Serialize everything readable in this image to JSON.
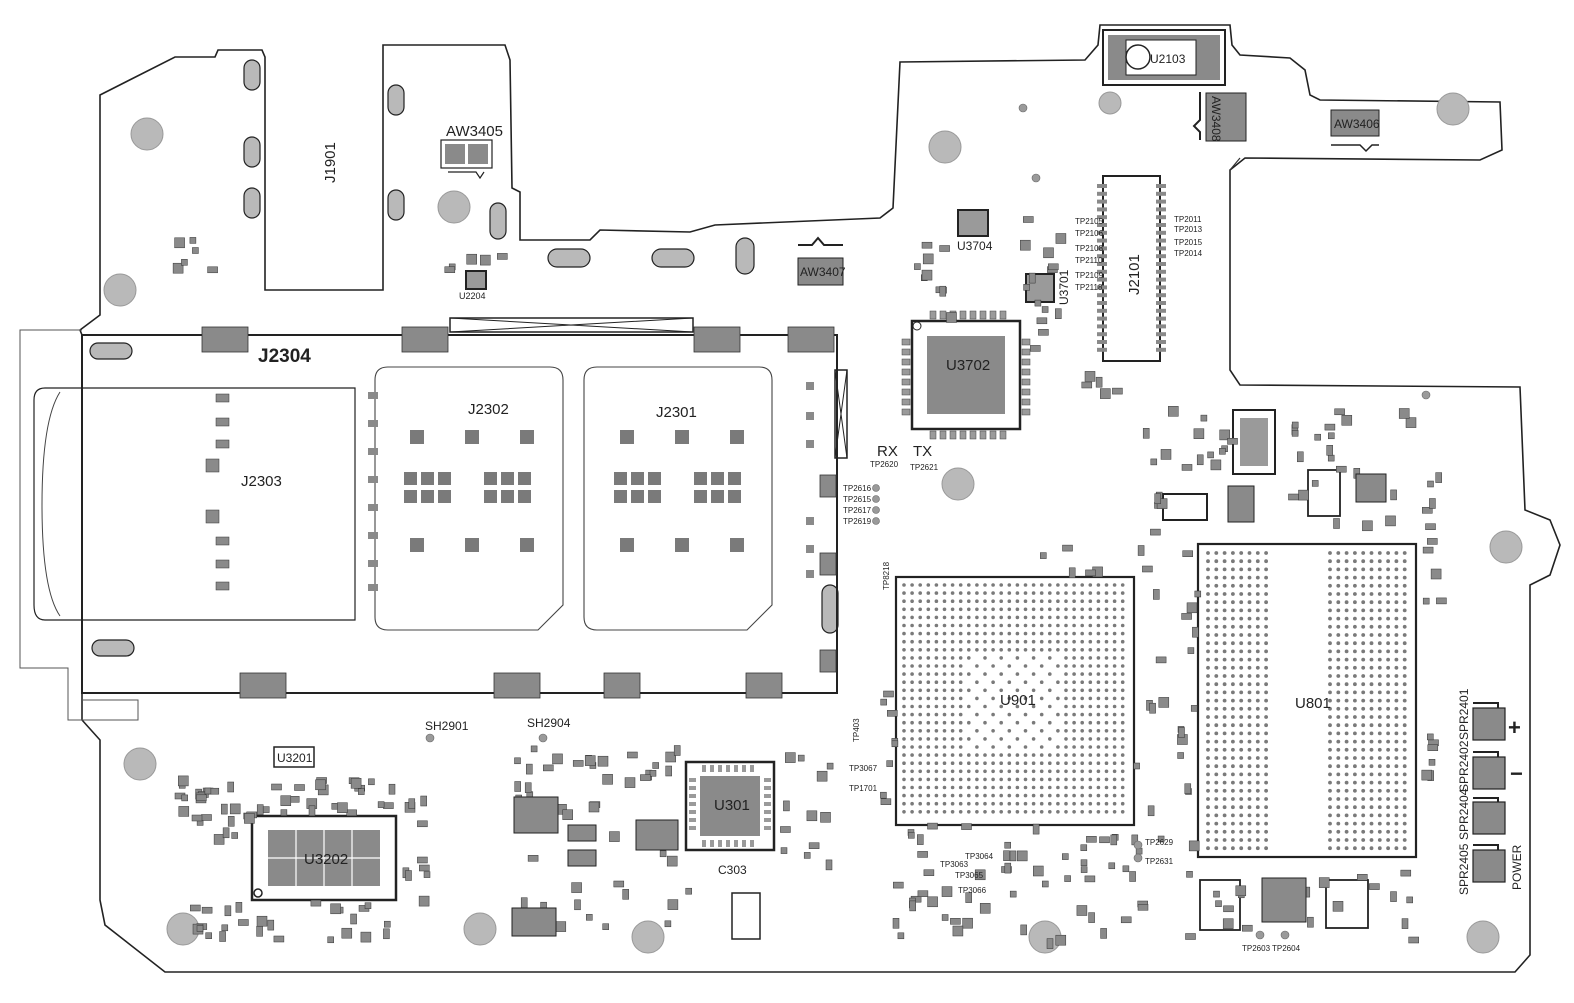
{
  "board": {
    "outline_color": "#222222",
    "pad_color": "#8a8a8a",
    "hole_color": "#b9b9b9"
  },
  "labels": {
    "j1901": "J1901",
    "aw3405": "AW3405",
    "u2204": "U2204",
    "aw3407": "AW3407",
    "u2103": "U2103",
    "aw3408": "AW3408",
    "aw3406": "AW3406",
    "u3704": "U3704",
    "u3701": "U3701",
    "j2101": "J2101",
    "u3702": "U3702",
    "j2304": "J2304",
    "j2303": "J2303",
    "j2302": "J2302",
    "j2301": "J2301",
    "rx": "RX",
    "tx": "TX",
    "tp2620": "TP2620",
    "tp2621": "TP2621",
    "tp2616": "TP2616",
    "tp2615": "TP2615",
    "tp2617": "TP2617",
    "tp2619": "TP2619",
    "tp8218": "TP8218",
    "u901": "U901",
    "u801": "U801",
    "tp403": "TP403",
    "tp3067": "TP3067",
    "tp1701": "TP1701",
    "sh2901": "SH2901",
    "sh2904": "SH2904",
    "u3201": "U3201",
    "u3202": "U3202",
    "u301": "U301",
    "c303": "C303",
    "tp2629": "TP2629",
    "tp2631": "TP2631",
    "tp3064": "TP3064",
    "tp3063": "TP3063",
    "tp3065": "TP3065",
    "tp3066": "TP3066",
    "tp2603": "TP2603",
    "tp2604": "TP2604",
    "spr2401": "SPR2401",
    "spr2402": "SPR2402",
    "spr2404": "SPR2404",
    "spr2405": "SPR2405",
    "power": "POWER",
    "plus": "+",
    "minus": "−",
    "u801b": "U801",
    "tp2105": "TP2105",
    "tp2106": "TP2106",
    "tp2108": "TP2108",
    "tp2110": "TP2110",
    "tp2109": "TP2109",
    "tp2118": "TP2118",
    "tp2011": "TP2011",
    "tp2013": "TP2013",
    "tp2015": "TP2015",
    "tp2014": "TP2014"
  }
}
